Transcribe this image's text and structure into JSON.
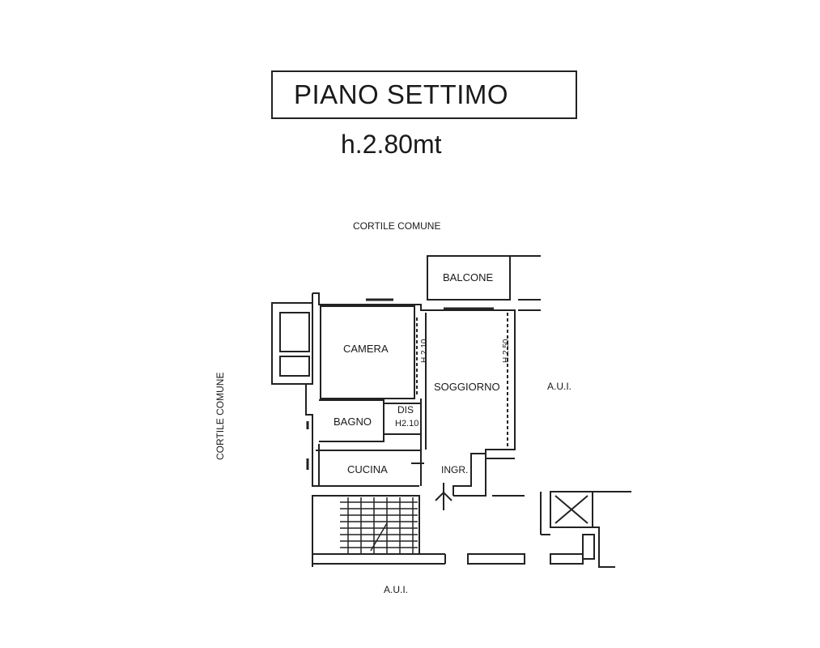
{
  "title": "PIANO SETTIMO",
  "height_label": "h.2.80mt",
  "labels": {
    "cortile_top": "CORTILE COMUNE",
    "cortile_left": "CORTILE COMUNE",
    "balcone": "BALCONE",
    "camera": "CAMERA",
    "soggiorno": "SOGGIORNO",
    "dis": "DIS",
    "dis_height": "H2.10",
    "bagno": "BAGNO",
    "cucina": "CUCINA",
    "ingr": "INGR.",
    "aui_right": "A.U.I.",
    "aui_bottom": "A.U.I.",
    "h210_vertical": "H.2.10",
    "h250_vertical": "H.2.50"
  },
  "colors": {
    "line": "#222222",
    "fill_wall": "#3a3a3a",
    "background": "#ffffff"
  }
}
